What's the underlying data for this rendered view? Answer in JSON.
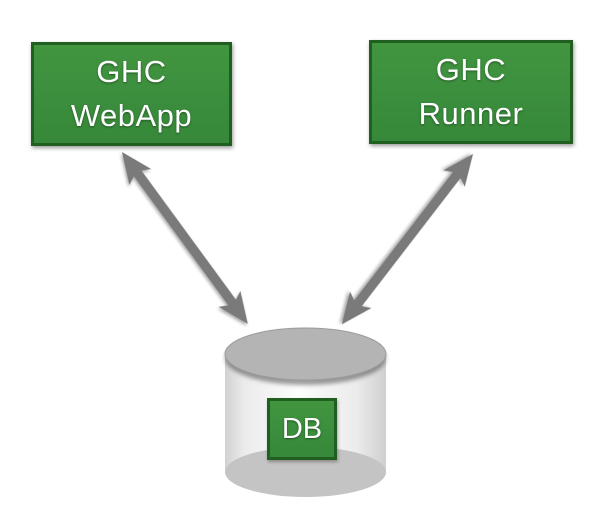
{
  "diagram": {
    "title": "GHC system architecture diagram",
    "background_color": "#ffffff",
    "nodes": [
      {
        "id": "ghc-webapp",
        "line1": "GHC",
        "line2": "WebApp",
        "shape": "rectangle"
      },
      {
        "id": "ghc-runner",
        "line1": "GHC",
        "line2": "Runner",
        "shape": "rectangle"
      },
      {
        "id": "db",
        "label": "DB",
        "shape": "rectangle-on-cylinder"
      }
    ],
    "database": {
      "shape": "cylinder"
    },
    "connections": [
      {
        "from": "ghc-webapp",
        "to": "db",
        "style": "double-headed-arrow"
      },
      {
        "from": "ghc-runner",
        "to": "db",
        "style": "double-headed-arrow"
      }
    ],
    "colors": {
      "node_fill": "#3b8e3d",
      "node_border": "#215f20",
      "node_text": "#ffffff",
      "arrow": "#7a7a7a",
      "cylinder_top": "#b4b4b4",
      "cylinder_top_rim": "#9b9b9b",
      "cylinder_body_edge": "#d2d2d2",
      "cylinder_body_center": "#fdfdfd",
      "cylinder_bottom": "#c4c4c4"
    }
  }
}
